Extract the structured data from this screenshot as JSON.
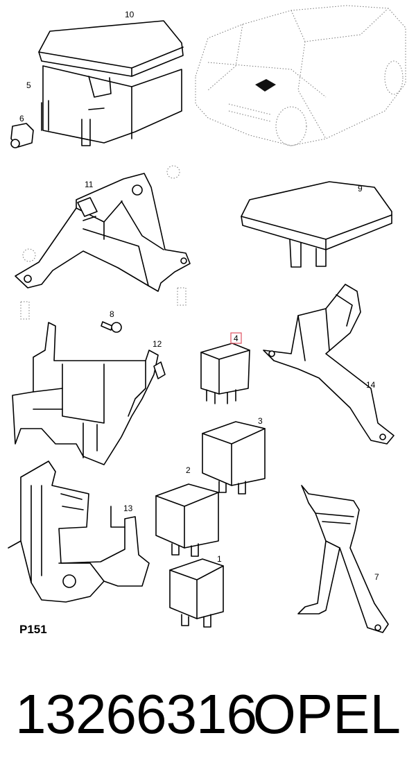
{
  "diagram": {
    "page_code": "P151",
    "highlight_color": "#e05060",
    "parts": [
      {
        "id": "1",
        "label": "1"
      },
      {
        "id": "2",
        "label": "2"
      },
      {
        "id": "3",
        "label": "3"
      },
      {
        "id": "4",
        "label": "4",
        "highlighted": true
      },
      {
        "id": "5",
        "label": "5"
      },
      {
        "id": "6",
        "label": "6"
      },
      {
        "id": "7",
        "label": "7"
      },
      {
        "id": "8",
        "label": "8"
      },
      {
        "id": "9",
        "label": "9"
      },
      {
        "id": "10",
        "label": "10"
      },
      {
        "id": "11",
        "label": "11"
      },
      {
        "id": "12",
        "label": "12"
      },
      {
        "id": "13",
        "label": "13"
      },
      {
        "id": "14",
        "label": "14"
      }
    ]
  },
  "footer": {
    "part_number": "13266316",
    "brand": "OPEL"
  }
}
